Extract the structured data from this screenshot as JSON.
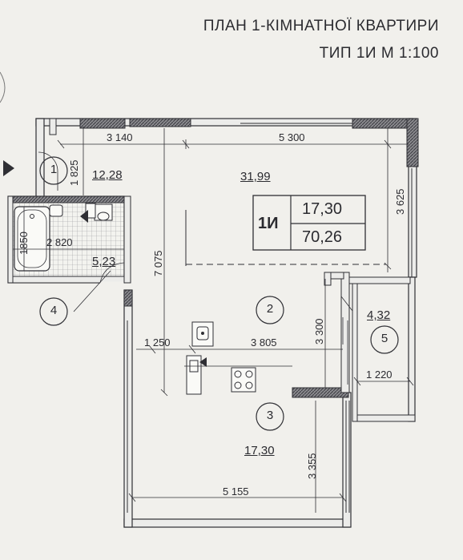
{
  "plan": {
    "title_line1": "ПЛАН 1-КІМНАТНОЇ КВАРТИРИ",
    "title_line2": "ТИП 1И    М 1:100"
  },
  "summary": {
    "type_code": "1И",
    "living_area": "17,30",
    "total_area": "70,26"
  },
  "rooms": {
    "r1": {
      "number": "1",
      "area": "12,28"
    },
    "r2": {
      "number": "2",
      "area": "31,99"
    },
    "r3": {
      "number": "3",
      "area": "17,30"
    },
    "r4": {
      "number": "4",
      "area": "5,23"
    },
    "r5": {
      "number": "5",
      "area": "4,32"
    }
  },
  "dimensions": {
    "d3140": "3 140",
    "d5300": "5 300",
    "d1825": "1 825",
    "d3625": "3 625",
    "d2820": "2 820",
    "d1850": "1850",
    "d7075": "7 075",
    "d3300": "3 300",
    "d1250": "1 250",
    "d3805": "3 805",
    "d1220": "1 220",
    "d3355": "3 355",
    "d5155": "5 155"
  }
}
